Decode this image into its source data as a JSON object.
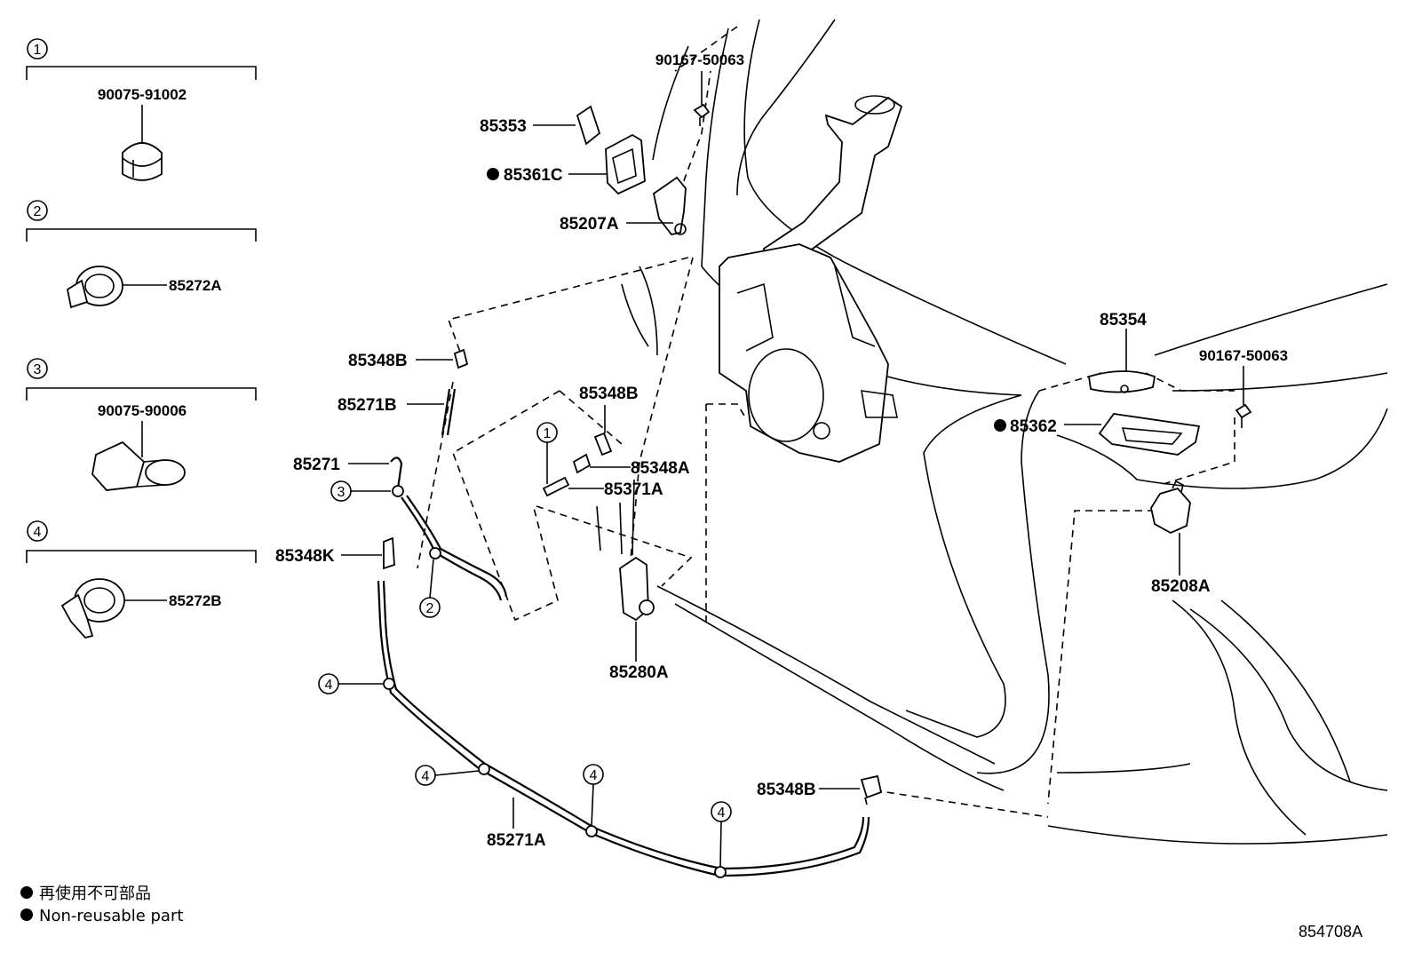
{
  "legend": {
    "clip_1": {
      "num": "1",
      "code": "90075-91002"
    },
    "clip_2": {
      "num": "2",
      "code": "85272A"
    },
    "clip_3": {
      "num": "3",
      "code": "90075-90006"
    },
    "clip_4": {
      "num": "4",
      "code": "85272B"
    }
  },
  "labels": {
    "bolt_top": "90167-50063",
    "cap_85353": "85353",
    "nozzle_85361c": "85361C",
    "valve_85207a": "85207A",
    "joint_85348b_left": "85348B",
    "hose_85271b": "85271B",
    "hose_85271": "85271",
    "joint_85348k": "85348K",
    "joint_85348b_mid": "85348B",
    "joint_85348a": "85348A",
    "grommet_85371a": "85371A",
    "pump_85280a": "85280A",
    "hose_85271a": "85271A",
    "joint_85348b_bottom": "85348B",
    "cover_85354": "85354",
    "bolt_right": "90167-50063",
    "nozzle_85362": "85362",
    "valve_85208a": "85208A"
  },
  "callouts": {
    "c3": "3",
    "c2": "2",
    "c1": "1",
    "c4a": "4",
    "c4b": "4",
    "c4c": "4",
    "c4d": "4"
  },
  "notes": {
    "jp": "再使用不可部品",
    "en": "Non-reusable part"
  },
  "diagram_code": "854708A"
}
